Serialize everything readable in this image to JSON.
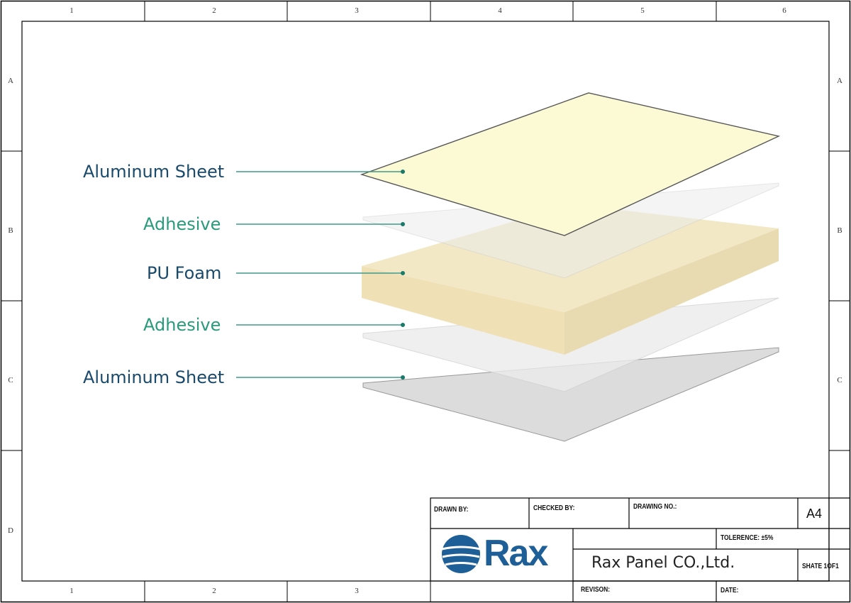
{
  "border": {
    "columns": [
      "1",
      "2",
      "3",
      "4",
      "5",
      "6"
    ],
    "bottom_columns": [
      "1",
      "2",
      "3"
    ],
    "rows": [
      "A",
      "B",
      "C",
      "D"
    ]
  },
  "diagram": {
    "layers": [
      {
        "label": "Aluminum Sheet",
        "color": "#1a4a6b"
      },
      {
        "label": "Adhesive",
        "color": "#2a9a7a"
      },
      {
        "label": "PU Foam",
        "color": "#1a4a6b"
      },
      {
        "label": "Adhesive",
        "color": "#2a9a7a"
      },
      {
        "label": "Aluminum Sheet",
        "color": "#1a4a6b"
      }
    ],
    "leader_color": "#3f9a8a",
    "top_sheet_color": "#fcfad5",
    "foam_color": "#f2e8c6",
    "adhesive_color": "#ececec",
    "bottom_sheet_color": "#dcdcdc"
  },
  "title_block": {
    "drawn_by": "DRAWN BY:",
    "checked_by": "CHECKED BY:",
    "drawing_no": "DRAWING NO.:",
    "size": "A4",
    "tolerance": "TOLERENCE:  ±5%",
    "company": "Rax Panel CO.,Ltd.",
    "sheet": "SHATE 1OF1",
    "revision": "REVISON:",
    "date": "DATE:",
    "logo_text": "Rax",
    "logo_color": "#1f5f97"
  }
}
